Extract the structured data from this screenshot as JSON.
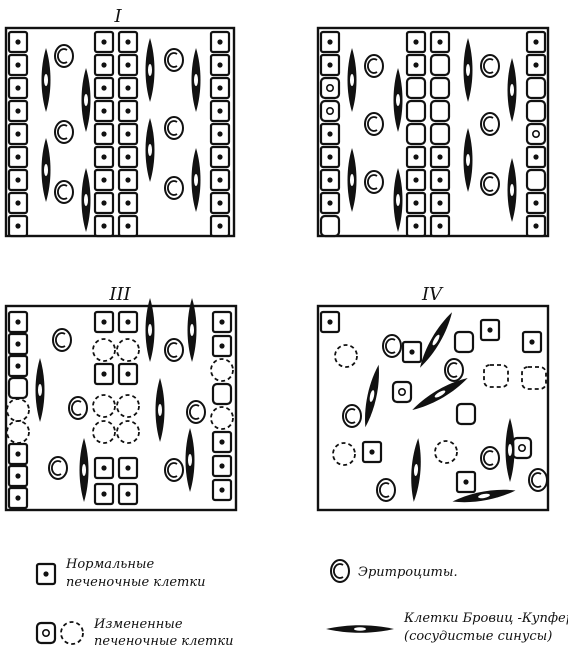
{
  "panels": [
    {
      "label": "I"
    },
    {
      "label": ""
    },
    {
      "label": "III"
    },
    {
      "label": "IV"
    }
  ],
  "legend": {
    "normal_cells": [
      "Нормальные",
      "печеночные клетки"
    ],
    "erythrocytes": "Эритроциты.",
    "changed_cells": [
      "Измененные",
      "печеночные клетки"
    ],
    "kupffer_cells": [
      "Клетки Бровиц -Купфера",
      "(сосудистые синусы)"
    ]
  }
}
